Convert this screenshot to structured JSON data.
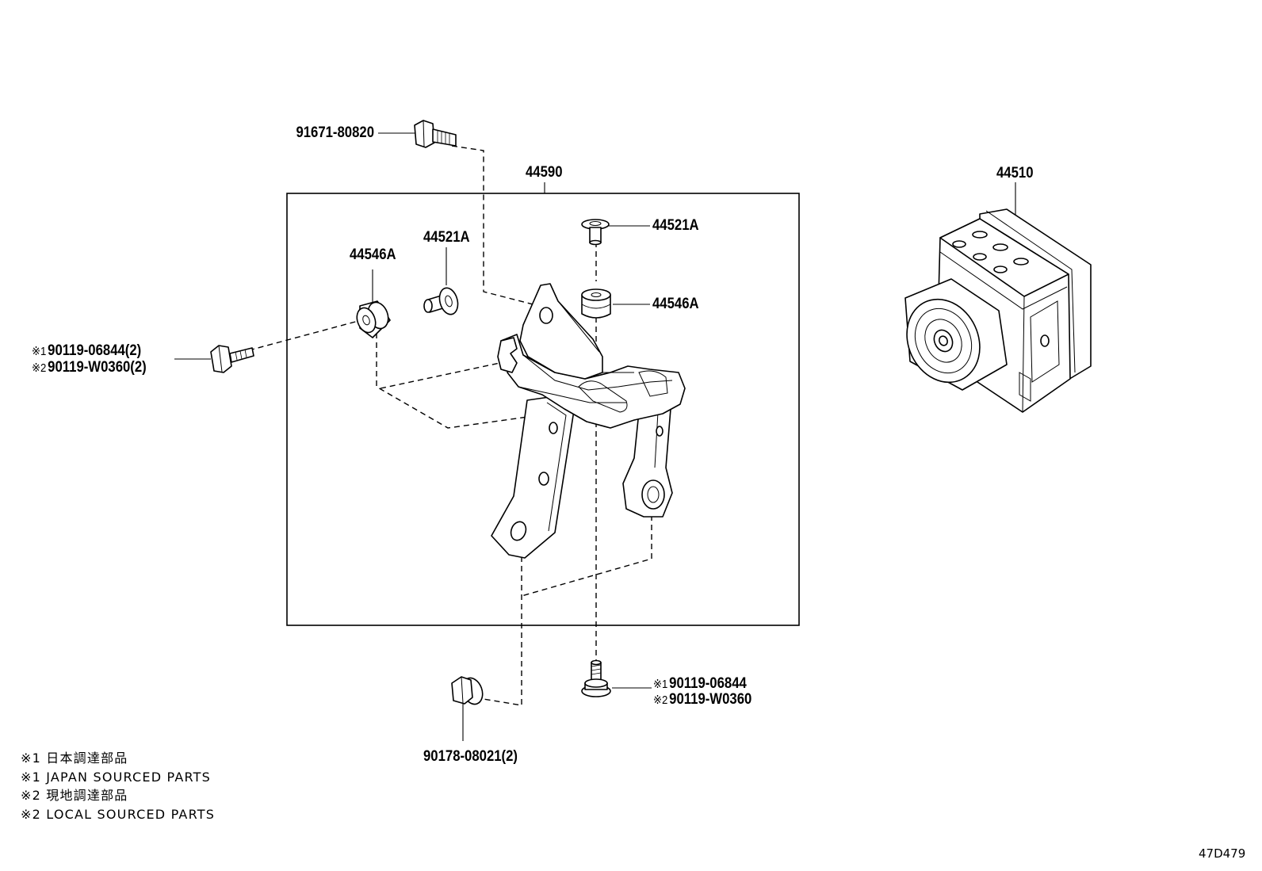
{
  "assembly_box": {
    "part_no": "44590"
  },
  "callouts": {
    "bolt_top": "91671-80820",
    "bracket_assy": "44590",
    "actuator": "44510",
    "collar_left": "44521A",
    "cushion_left": "44546A",
    "collar_right": "44521A",
    "cushion_right": "44546A",
    "bolt_left_1": {
      "mark": "※1",
      "part_no": "90119-06844(2)"
    },
    "bolt_left_2": {
      "mark": "※2",
      "part_no": "90119-W0360(2)"
    },
    "bolt_bottom_1": {
      "mark": "※1",
      "part_no": "90119-06844"
    },
    "bolt_bottom_2": {
      "mark": "※2",
      "part_no": "90119-W0360"
    },
    "nut_bottom": "90178-08021(2)"
  },
  "notes": [
    "※1 日本調達部品",
    "※1 JAPAN SOURCED PARTS",
    "※2 現地調達部品",
    "※2 LOCAL SOURCED PARTS"
  ],
  "doc_code": "47D479"
}
